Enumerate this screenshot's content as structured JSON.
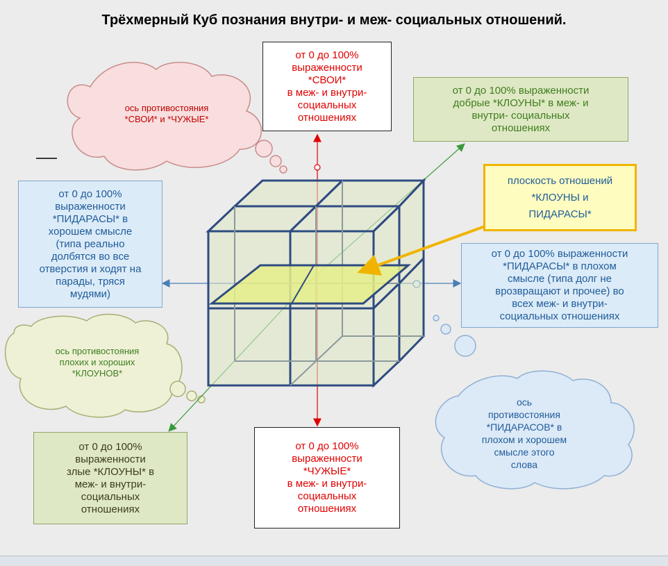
{
  "title": "Трёхмерный Куб познания внутри- и меж- социальных отношений.",
  "boxes": {
    "svoi": [
      "от 0 до 100%",
      "выраженности",
      "*СВОИ*",
      "в меж- и внутри-",
      "социальных",
      "отношениях"
    ],
    "chuzhie": [
      "от 0 до 100%",
      "выраженности",
      "*ЧУЖЫЕ*",
      "в меж- и внутри-",
      "социальных",
      "отношениях"
    ],
    "good_clowns": [
      "от 0 до 100% выраженности",
      "добрые *КЛОУНЫ* в меж- и",
      "внутри- социальных",
      "отношениях"
    ],
    "evil_clowns": [
      "от 0 до 100%",
      "выраженности",
      "злые *КЛОУНЫ* в",
      "меж- и внутри-",
      "социальных",
      "отношениях"
    ],
    "pidarasy_good": [
      "от 0 до 100%",
      "выраженности",
      "*ПИДАРАСЫ* в",
      "хорошем смысле",
      "(типа реально",
      "долбятся во все",
      "отверстия и ходят на",
      "парады, тряся",
      "мудями)"
    ],
    "pidarasy_bad": [
      "от 0 до 100% выраженности",
      "*ПИДАРАСЫ* в плохом",
      "смысле (типа долг не",
      "врозвращают и прочее) во",
      "всех  меж- и внутри-",
      "социальных отношениях"
    ],
    "plane": [
      "плоскость отношений",
      "*КЛОУНЫ и",
      "ПИДАРАСЫ*"
    ]
  },
  "clouds": {
    "svoi_chuzhie": [
      "ось противостояния",
      "*СВОИ* и *ЧУЖЫЕ*"
    ],
    "clowns": [
      "ось противостояния",
      "плохих и хороших",
      "*КЛОУНОВ*"
    ],
    "pidarasy": [
      "ось",
      "противостояния",
      "*ПИДАРАСОВ* в",
      "плохом и хорошем",
      "смысле этого",
      "слова"
    ]
  },
  "colors": {
    "red": "#e00000",
    "green": "#3e7d1f",
    "blue": "#1f5c99",
    "cube_edge": "#2e4b80",
    "cube_fill": "#dfe8c4",
    "plane_fill": "#e6ee8a",
    "arrow_gold": "#f0b400",
    "cloud_pink": "#f8dede",
    "cloud_green": "#eef1d6",
    "cloud_blue": "#dce9f7"
  }
}
